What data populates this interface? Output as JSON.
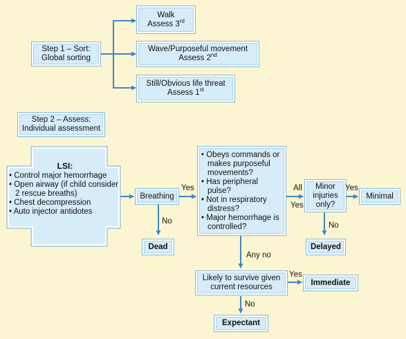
{
  "step1": "Step 1 – Sort:\nGlobal sorting",
  "walk": {
    "line1": "Walk",
    "line2": "Assess 3",
    "sup": "rd"
  },
  "wave": {
    "line1": "Wave/Purposeful movement",
    "line2": "Assess 2",
    "sup": "nd"
  },
  "still": {
    "line1": "Still/Obvious life threat",
    "line2": "Assess 1",
    "sup": "st"
  },
  "step2": "Step 2 – Assess:\nIndividual assessment",
  "lsi": {
    "title": "LSI:",
    "items": [
      "Control major hemorrhage",
      "Open airway (if child consider 2 rescue breaths)",
      "Chest decompression",
      "Auto injector antidotes"
    ]
  },
  "breathing": "Breathing",
  "dead": "Dead",
  "criteria": [
    "Obeys commands or makes purposeful movements?",
    "Has peripheral pulse?",
    "Not in respiratory distress?",
    "Major hemorrhage is controlled?"
  ],
  "minor": "Minor\ninjuries\nonly?",
  "minimal": "Minimal",
  "delayed": "Delayed",
  "likely": "Likely to survive given\ncurrent resources",
  "immediate": "Immediate",
  "expectant": "Expectant",
  "labels": {
    "yes1": "Yes",
    "no1": "No",
    "all": "All",
    "yes2": "Yes",
    "yes3": "Yes",
    "no2": "No",
    "anyno": "Any no",
    "yes4": "Yes",
    "no3": "No"
  },
  "colors": {
    "background": "#fbf5d2",
    "box": "#d6ecf8",
    "arrow": "#3d86c6"
  }
}
